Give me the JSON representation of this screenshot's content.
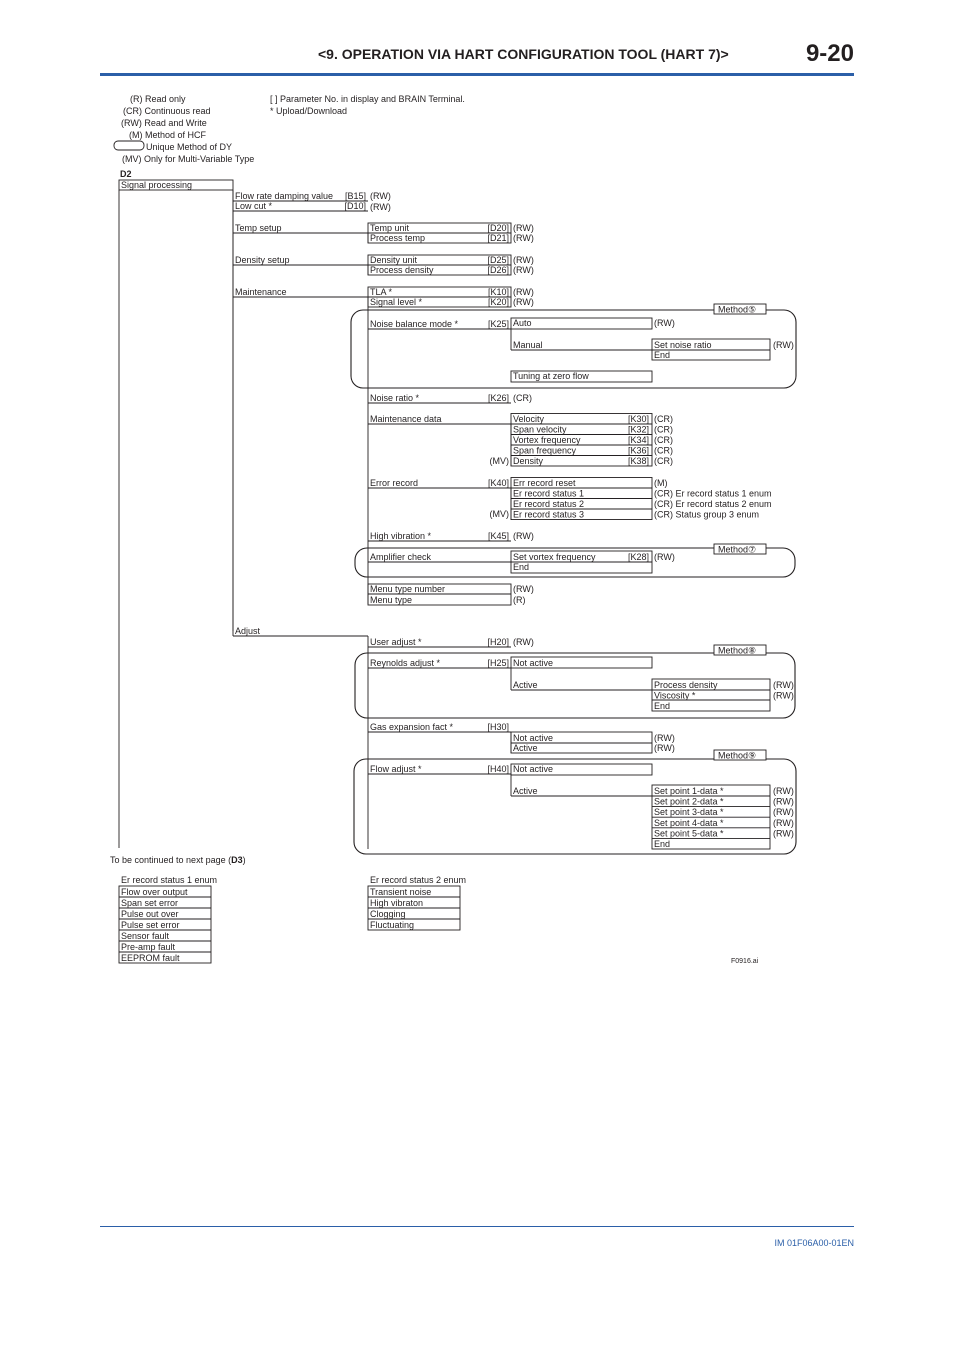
{
  "header": {
    "title": "<9.  OPERATION VIA HART CONFIGURATION TOOL (HART 7)>",
    "page": "9-20"
  },
  "footer": {
    "doc_id": "IM 01F06A00-01EN"
  },
  "legend": {
    "left": [
      "(R) Read only",
      "(CR) Continuous read",
      "(RW) Read and Write",
      "(M) Method of HCF",
      "Unique Method of DY",
      "(MV) Only for Multi-Variable Type"
    ],
    "right": [
      "[     ]  Parameter No. in display and BRAIN Terminal.",
      "*        Upload/Download"
    ]
  },
  "node": "D2",
  "root": "Signal processing",
  "level1": [
    {
      "label": "Flow rate damping value",
      "param": "[B15]",
      "access": "(RW)"
    },
    {
      "label": "Low cut *",
      "param": "[D10]",
      "access": "(RW)"
    },
    {
      "label": "Temp setup"
    },
    {
      "label": "Density setup"
    },
    {
      "label": "Maintenance"
    },
    {
      "label": "Adjust"
    }
  ],
  "temp": [
    {
      "label": "Temp unit",
      "param": "[D20]",
      "access": "(RW)"
    },
    {
      "label": "Process temp",
      "param": "[D21]",
      "access": "(RW)"
    }
  ],
  "density": [
    {
      "label": "Density unit",
      "param": "[D25]",
      "access": "(RW)"
    },
    {
      "label": "Process density",
      "param": "[D26]",
      "access": "(RW)"
    }
  ],
  "maint": {
    "tla": {
      "label": "TLA *",
      "param": "[K10]",
      "access": "(RW)"
    },
    "signal": {
      "label": "Signal level *",
      "param": "[K20]",
      "access": "(RW)"
    },
    "method5": "Method⑤",
    "noise_bal": {
      "label": "Noise balance mode *",
      "param": "[K25]"
    },
    "auto": "Auto",
    "auto_access": "(RW)",
    "manual": "Manual",
    "set_noise": "Set noise ratio",
    "set_noise_access": "(RW)",
    "end": "End",
    "tuning": "Tuning at zero flow",
    "noise_ratio": {
      "label": "Noise ratio *",
      "param": "[K26]",
      "access": "(CR)"
    },
    "mdata": "Maintenance data",
    "mdata_items": [
      {
        "label": "Velocity",
        "param": "[K30]",
        "access": "(CR)"
      },
      {
        "label": "Span velocity",
        "param": "[K32]",
        "access": "(CR)"
      },
      {
        "label": "Vortex frequency",
        "param": "[K34]",
        "access": "(CR)"
      },
      {
        "label": "Span frequency",
        "param": "[K36]",
        "access": "(CR)"
      },
      {
        "label": "Density",
        "param": "[K38]",
        "access": "(CR)"
      }
    ],
    "mv": "(MV)",
    "err": {
      "label": "Error record",
      "param": "[K40]"
    },
    "err_items": [
      {
        "label": "Err record reset",
        "access": "(M)"
      },
      {
        "label": "Er record status 1",
        "access": "(CR) Er record status 1 enum"
      },
      {
        "label": "Er record status 2",
        "access": "(CR) Er record status 2 enum"
      },
      {
        "label": "Er record status 3",
        "access": "(CR) Status group 3 enum"
      }
    ],
    "highvib": {
      "label": "High vibration *",
      "param": "[K45]",
      "access": "(RW)"
    },
    "method7": "Method⑦",
    "amp": "Amplifier check",
    "set_vortex": "Set vortex frequency",
    "set_vortex_param": "[K28]",
    "set_vortex_access": "(RW)",
    "menu_num": "Menu type number",
    "menu_num_access": "(RW)",
    "menu_type": "Menu type",
    "menu_type_access": "(R)"
  },
  "adjust": {
    "user": {
      "label": "User adjust *",
      "param": "[H20]",
      "access": "(RW)"
    },
    "method8": "Method⑧",
    "rey": {
      "label": "Reynolds adjust *",
      "param": "[H25]"
    },
    "not_active": "Not active",
    "active": "Active",
    "rey_items": [
      {
        "label": "Process density",
        "access": "(RW)"
      },
      {
        "label": "Viscosity *",
        "access": "(RW)"
      }
    ],
    "gas": {
      "label": "Gas expansion fact *",
      "param": "[H30]"
    },
    "gas_access": [
      "(RW)",
      "(RW)"
    ],
    "method9": "Method⑨",
    "flow": {
      "label": "Flow adjust *",
      "param": "[H40]"
    },
    "points": [
      "Set point 1-data *",
      "Set point 2-data *",
      "Set point 3-data *",
      "Set point 4-data *",
      "Set point 5-data *"
    ],
    "rw": "(RW)"
  },
  "continued": {
    "text": "To be continued to next page (",
    "ref": "D3",
    ")": ")"
  },
  "enum1": {
    "title": "Er record status 1 enum",
    "items": [
      "Flow over output",
      "Span set error",
      "Pulse out over",
      "Pulse set error",
      "Sensor fault",
      "Pre-amp fault",
      "EEPROM fault"
    ]
  },
  "enum2": {
    "title": "Er record status 2 enum",
    "items": [
      "Transient noise",
      "High vibraton",
      "Clogging",
      "Fluctuating"
    ]
  },
  "fig": "F0916.ai"
}
